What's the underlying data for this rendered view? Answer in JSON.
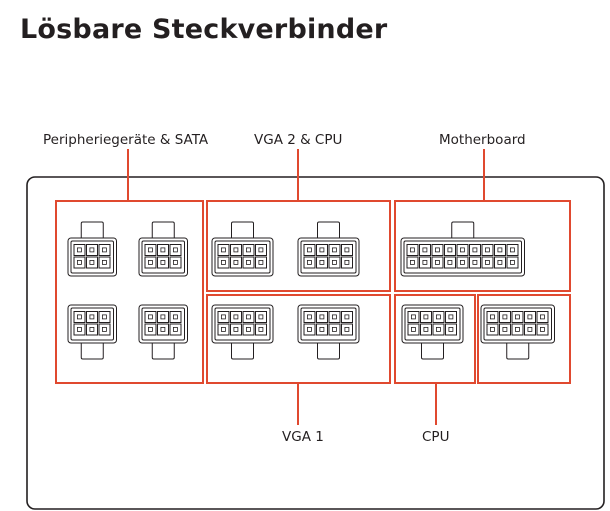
{
  "title": "Lösbare Steckverbinder",
  "labels": {
    "peripheral": "Peripheriegeräte & SATA",
    "vga2_cpu": "VGA 2 & CPU",
    "motherboard": "Motherboard",
    "vga1": "VGA 1",
    "cpu": "CPU"
  },
  "colors": {
    "highlight": "#e0492f",
    "outline": "#231f20",
    "background": "#ffffff"
  }
}
